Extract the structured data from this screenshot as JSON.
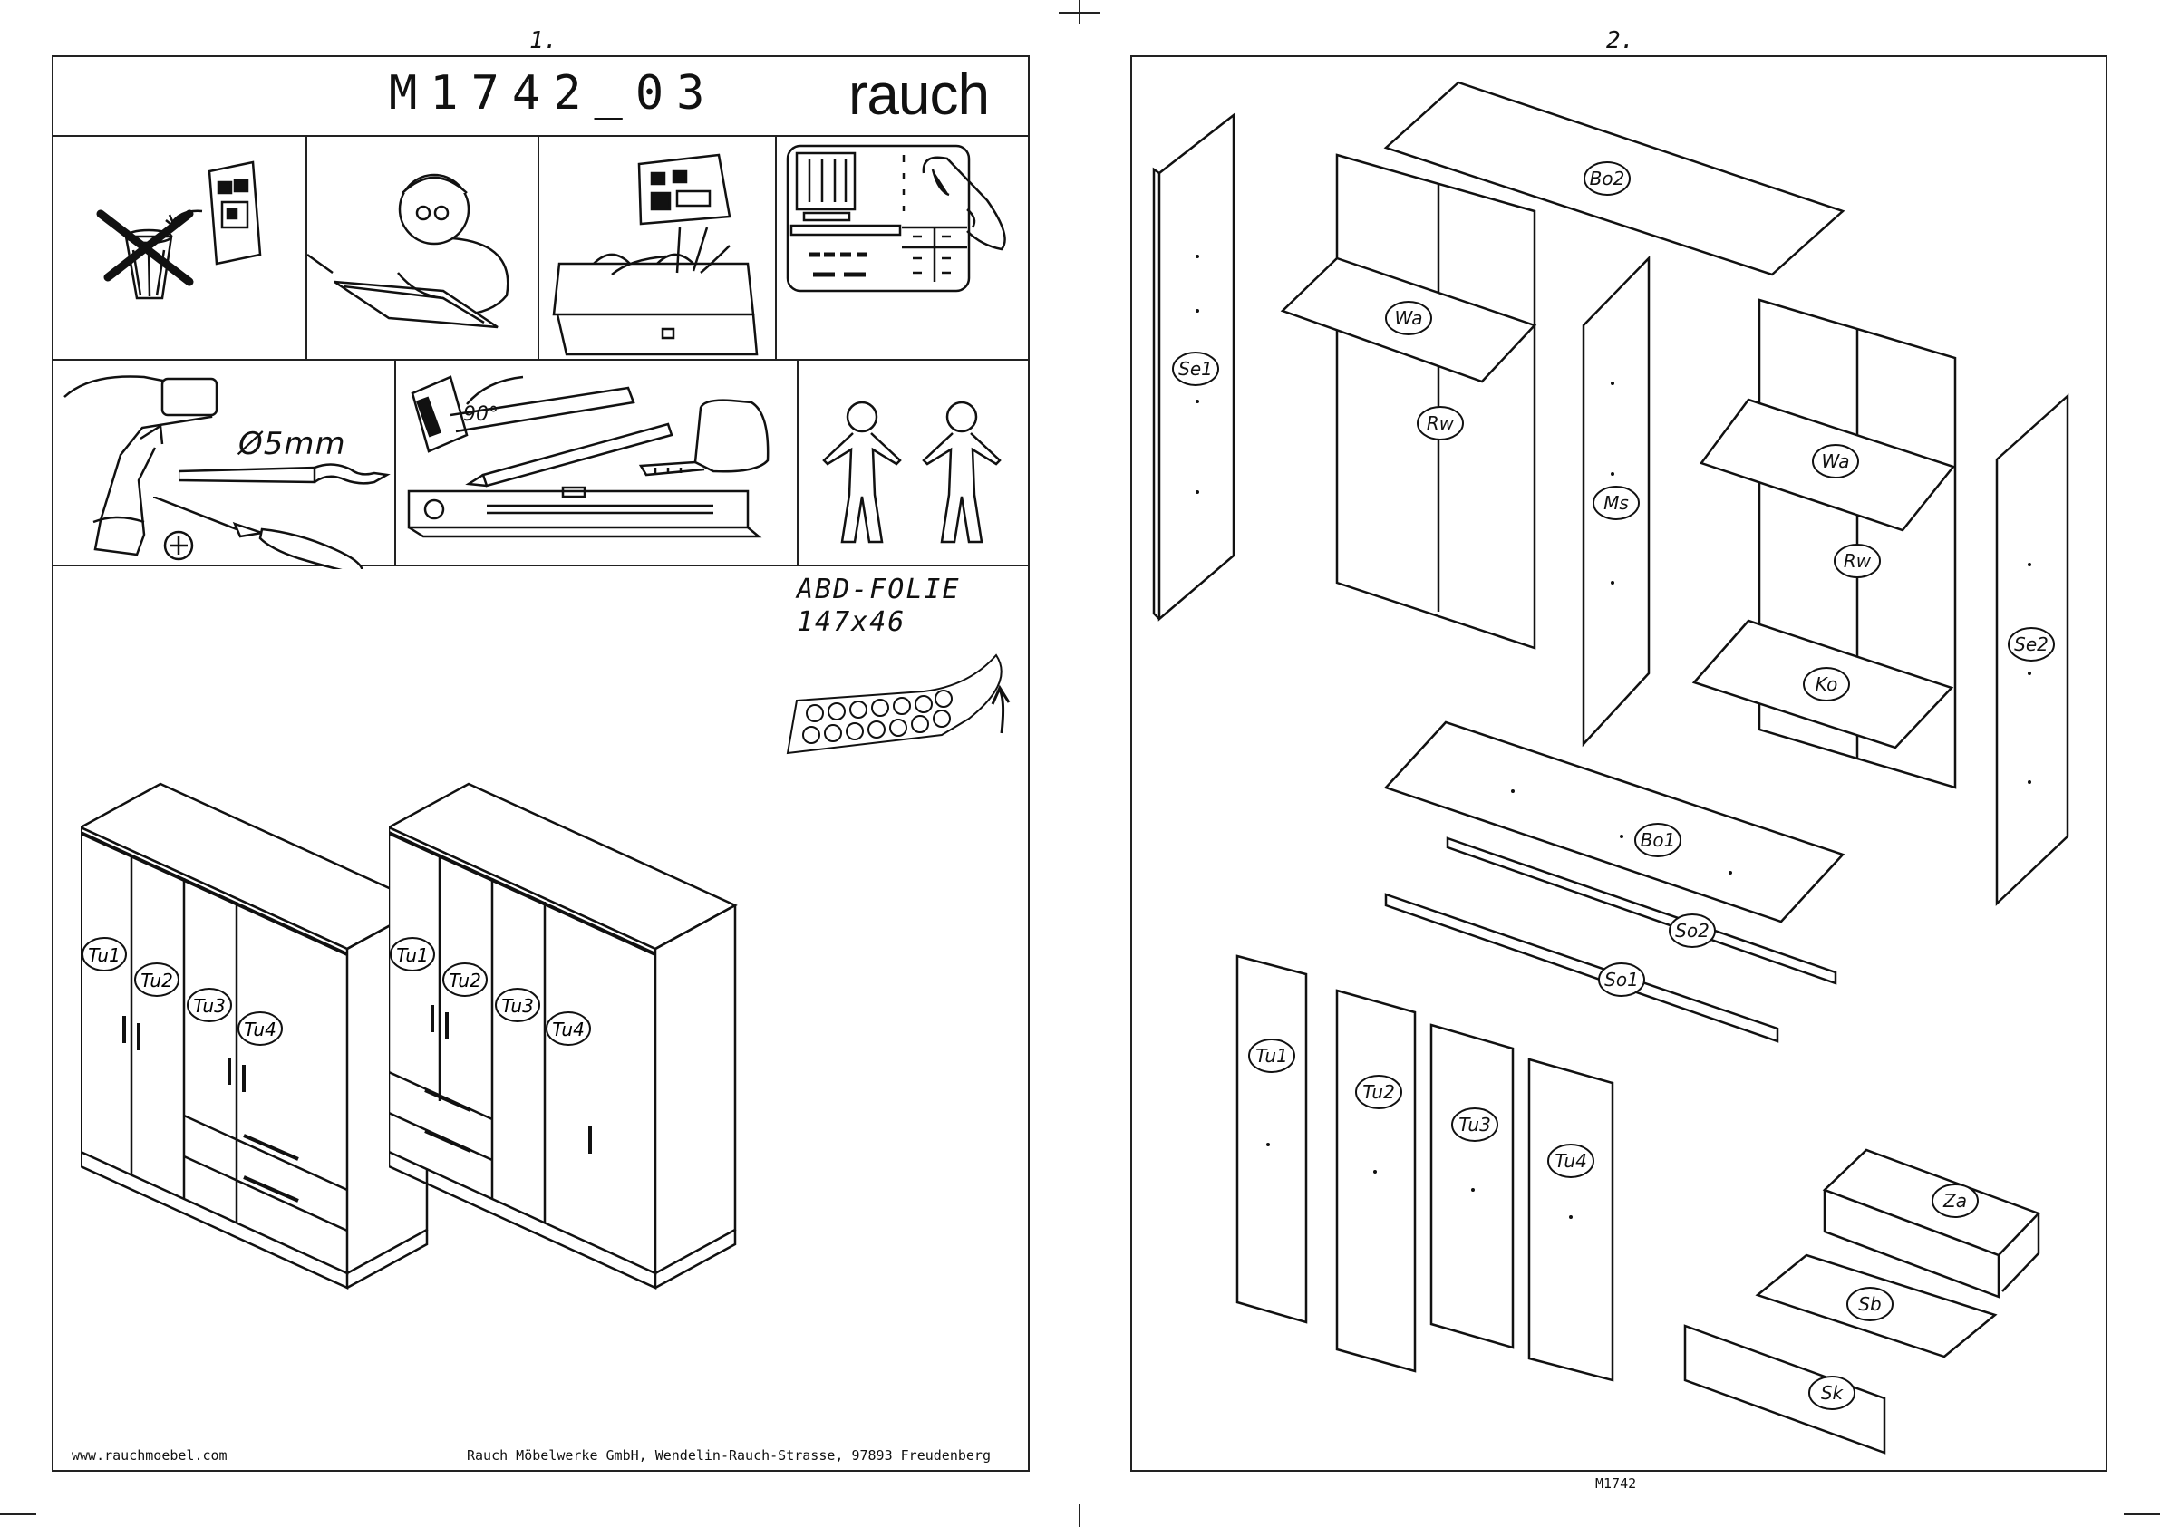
{
  "page1": {
    "number": "1.",
    "model": "M1742_03",
    "brand": "rauch",
    "drill_size": "Ø5mm",
    "angle": "90°",
    "foil_title": "ABD-FOLIE",
    "foil_size": "147x46",
    "website": "www.rauchmoebel.com",
    "address": "Rauch Möbelwerke GmbH, Wendelin-Rauch-Strasse, 97893 Freudenberg",
    "instruction_icons": [
      "no-trash-icon",
      "read-manual-icon",
      "file-manual-icon",
      "sticker-icon"
    ],
    "tool_icons": [
      "cordless-drill-icon",
      "drill-bit-icon",
      "screwdriver-icon",
      "square-ruler-icon",
      "pencil-icon",
      "tape-measure-icon",
      "spirit-level-icon",
      "two-persons-icon"
    ],
    "wardrobe_a": {
      "doors": [
        "Tu1",
        "Tu2",
        "Tu3",
        "Tu4"
      ]
    },
    "wardrobe_b": {
      "doors": [
        "Tu1",
        "Tu2",
        "Tu3",
        "Tu4"
      ]
    }
  },
  "page2": {
    "number": "2.",
    "code": "M1742",
    "parts": {
      "se1": "Se1",
      "bo2": "Bo2",
      "wa1": "Wa",
      "rw1": "Rw",
      "ms": "Ms",
      "wa2": "Wa",
      "rw2": "Rw",
      "ko": "Ko",
      "se2": "Se2",
      "bo1": "Bo1",
      "so2": "So2",
      "so1": "So1",
      "tu1": "Tu1",
      "tu2": "Tu2",
      "tu3": "Tu3",
      "tu4": "Tu4",
      "za": "Za",
      "sb": "Sb",
      "sk": "Sk"
    }
  }
}
